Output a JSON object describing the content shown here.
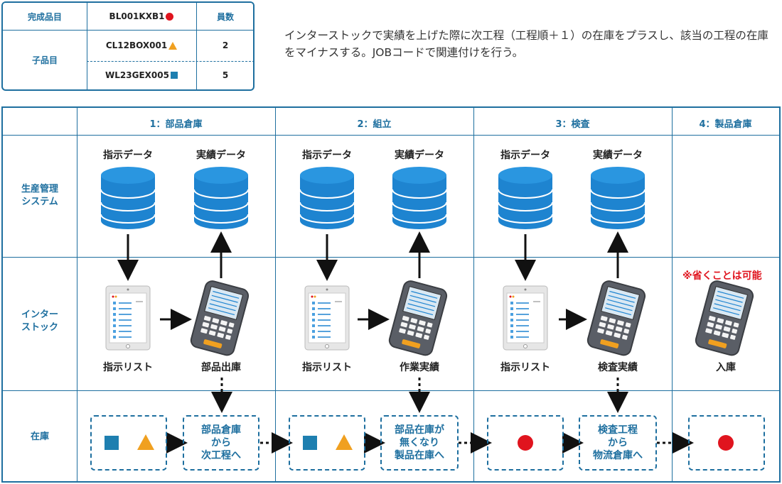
{
  "bom": {
    "headers": {
      "parent": "完成品目",
      "qty": "員数"
    },
    "parent_code": "BL001KXB1",
    "child_label": "子品目",
    "children": [
      {
        "code": "CL12BOX001",
        "qty": "2"
      },
      {
        "code": "WL23GEX005",
        "qty": "5"
      }
    ]
  },
  "description": "インターストックで実績を上げた際に次工程（工程順＋１）の在庫をプラスし、該当の工程の在庫をマイナスする。JOBコードで関連付けを行う。",
  "columns": [
    "1：部品倉庫",
    "2：組立",
    "3：検査",
    "4：製品倉庫"
  ],
  "rows": {
    "system": [
      "生産管理",
      "システム"
    ],
    "interstock": [
      "インター",
      "ストック"
    ],
    "stock": "在庫"
  },
  "db_labels": {
    "instruction": "指示データ",
    "actual": "実績データ"
  },
  "device_labels": {
    "list": "指示リスト",
    "c1": "部品出庫",
    "c2": "作業実績",
    "c3": "検査実績",
    "c4": "入庫"
  },
  "note": "※省くことは可能",
  "stock_boxes": {
    "b1": [
      "部品倉庫",
      "から",
      "次工程へ"
    ],
    "b2": [
      "部品在庫が",
      "無くなり",
      "製品在庫へ"
    ],
    "b3": [
      "検査工程",
      "から",
      "物流倉庫へ"
    ]
  },
  "colors": {
    "accent": "#1e6f9f",
    "db": "#1e84d0",
    "red": "#e0141e",
    "orange": "#f0a020",
    "square": "#1e7fb0"
  }
}
